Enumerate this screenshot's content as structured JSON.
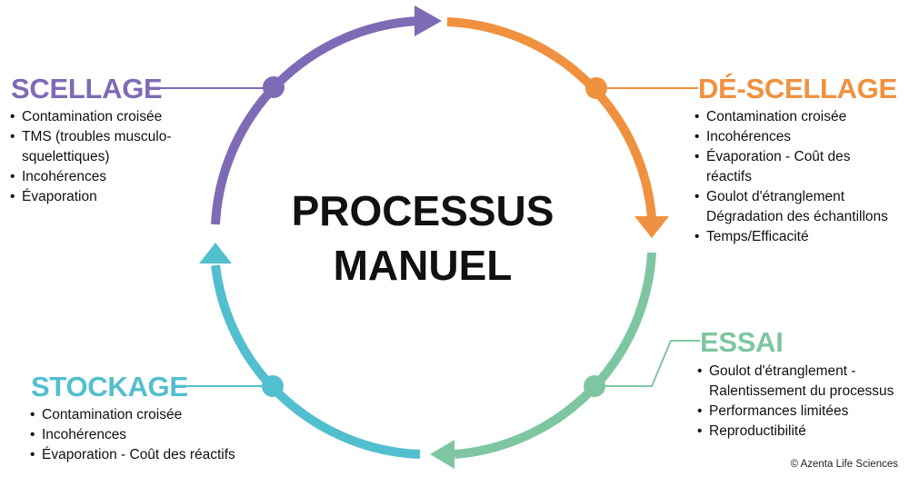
{
  "center": {
    "line1": "PROCESSUS",
    "line2": "MANUEL"
  },
  "stages": {
    "scellage": {
      "title": "SCELLAGE",
      "color": "#7e6bb5",
      "items": [
        "Contamination croisée",
        "TMS (troubles musculo-\nsquelettiques)",
        "Incohérences",
        "Évaporation"
      ]
    },
    "descellage": {
      "title": "DÉ-SCELLAGE",
      "color": "#f0913f",
      "items": [
        "Contamination croisée",
        "Incohérences",
        "Évaporation - Coût des\nréactifs",
        "Goulot d'étranglement\nDégradation des échantillons",
        "Temps/Efficacité"
      ]
    },
    "essai": {
      "title": "ESSAI",
      "color": "#7ec6a2",
      "items": [
        "Goulot d'étranglement -\nRalentissement du processus",
        "Performances limitées",
        "Reproductibilité"
      ]
    },
    "stockage": {
      "title": "STOCKAGE",
      "color": "#52bfcf",
      "items": [
        "Contamination croisée",
        "Incohérences",
        "Évaporation - Coût des réactifs"
      ]
    }
  },
  "copyright": "© Azenta Life Sciences"
}
